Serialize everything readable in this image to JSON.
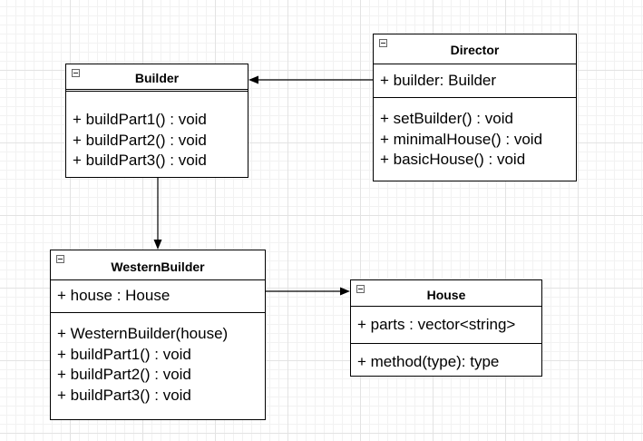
{
  "classes": {
    "builder": {
      "name": "Builder",
      "attributes": [],
      "methods": [
        "+ buildPart1() : void",
        "+ buildPart2() : void",
        "+ buildPart3() : void"
      ]
    },
    "director": {
      "name": "Director",
      "attributes": [
        "+ builder: Builder"
      ],
      "methods": [
        "+ setBuilder() : void",
        "+ minimalHouse() : void",
        "+ basicHouse() : void"
      ]
    },
    "western_builder": {
      "name": "WesternBuilder",
      "attributes": [
        "+ house : House"
      ],
      "methods": [
        "+ WesternBuilder(house)",
        "+ buildPart1() : void",
        "+ buildPart2() : void",
        "+ buildPart3() : void"
      ]
    },
    "house": {
      "name": "House",
      "attributes": [
        "+ parts : vector<string>"
      ],
      "methods": [
        "+ method(type): type"
      ]
    }
  },
  "colors": {
    "line": "#000000",
    "grid_major": "#e3e3e3",
    "grid_minor": "#f2f2f2",
    "box_fill": "#ffffff"
  }
}
